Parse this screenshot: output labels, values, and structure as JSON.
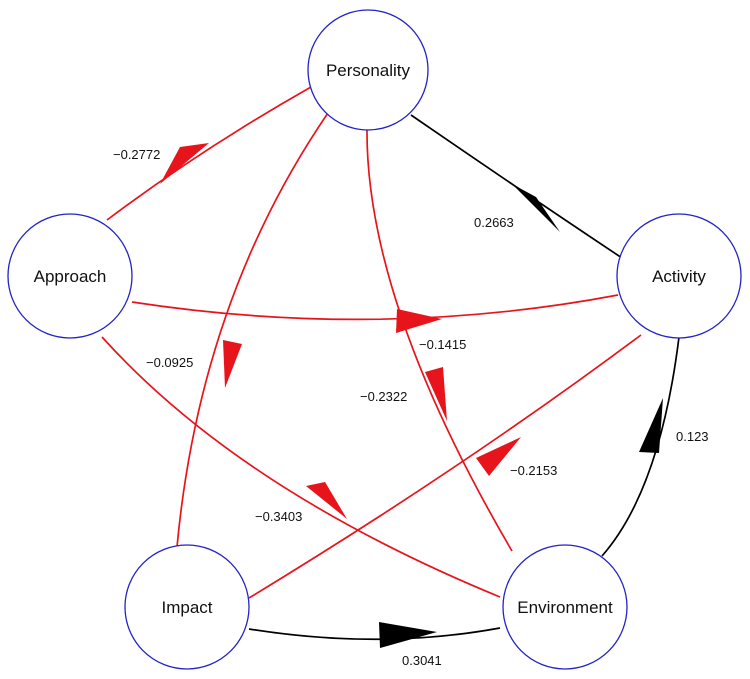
{
  "colors": {
    "negative": "#e8141b",
    "positive": "#000000",
    "node_border": "#2222c8"
  },
  "nodes": {
    "personality": "Personality",
    "approach": "Approach",
    "activity": "Activity",
    "impact": "Impact",
    "environment": "Environment"
  },
  "edges": {
    "personality_approach": "−0.2772",
    "personality_activity": "0.2663",
    "personality_impact": "−0.0925",
    "personality_environment": "−0.2322",
    "approach_activity": "−0.1415",
    "approach_environment": "−0.3403",
    "impact_activity": "−0.2153",
    "environment_activity": "0.123",
    "impact_environment": "0.3041"
  }
}
